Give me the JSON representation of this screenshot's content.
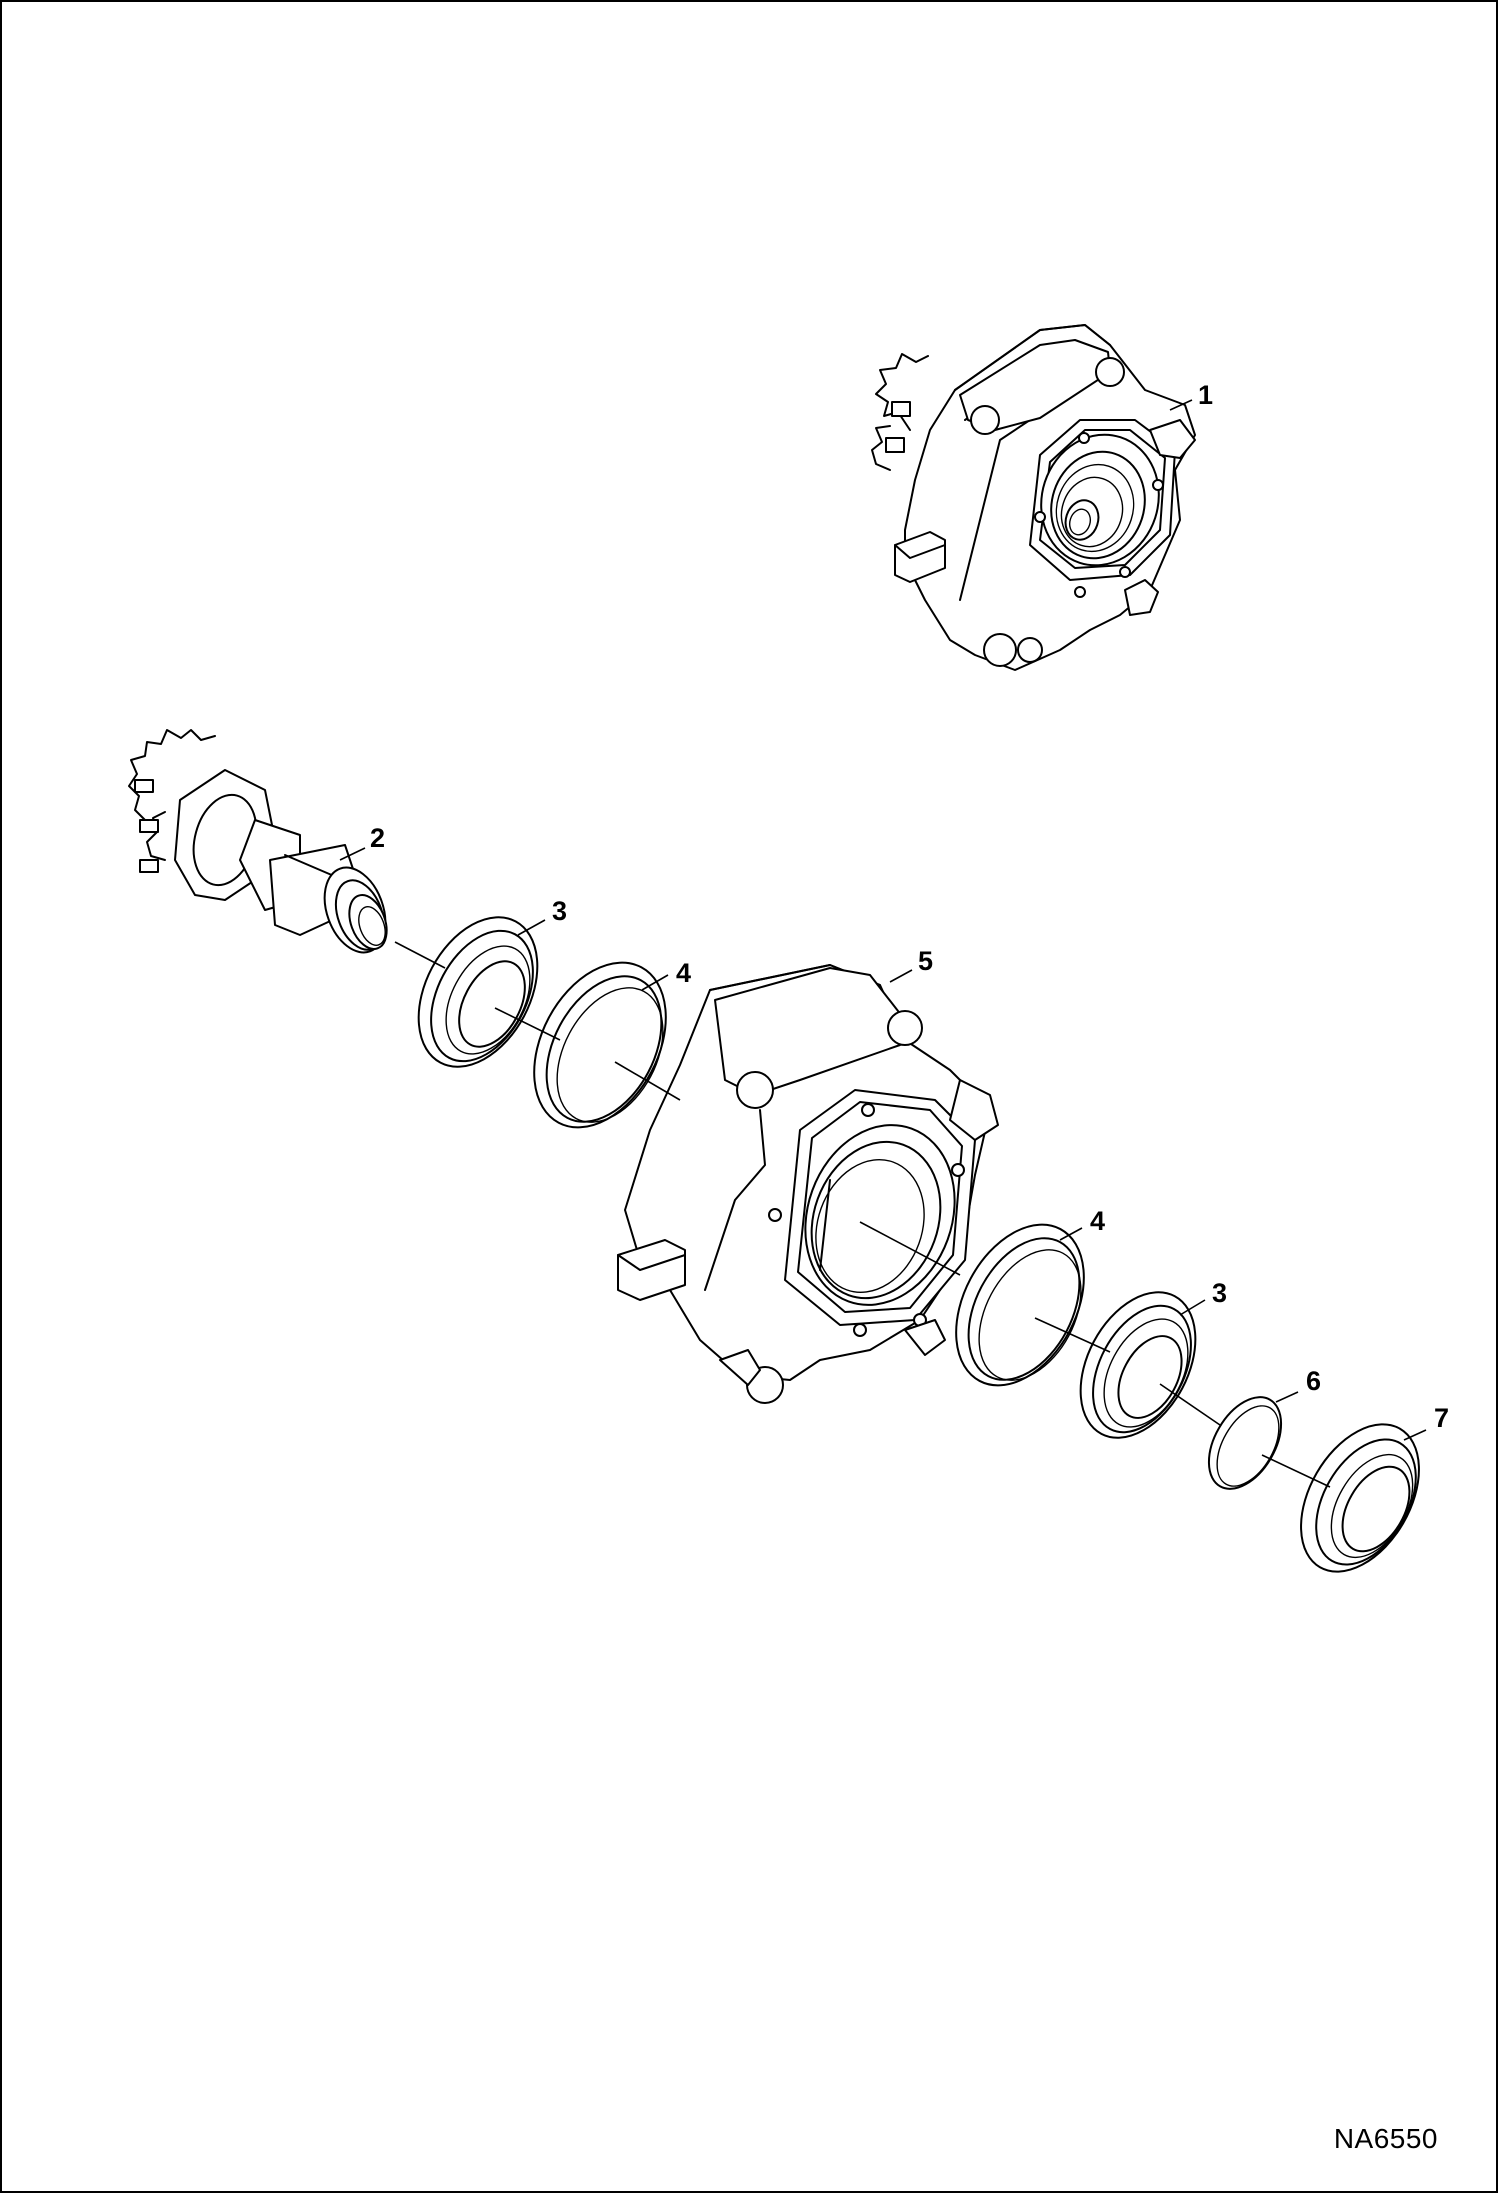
{
  "callouts": [
    "1",
    "2",
    "3",
    "4",
    "5",
    "4",
    "3",
    "6",
    "7"
  ],
  "figure_id": "NA6550"
}
